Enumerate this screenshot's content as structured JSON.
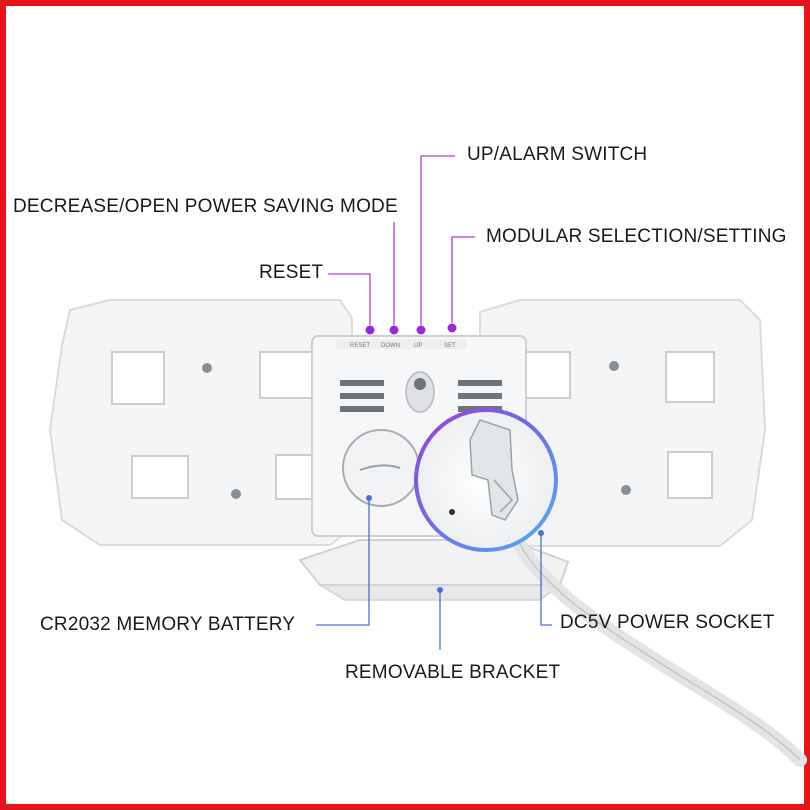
{
  "labels": {
    "up_alarm": "UP/ALARM SWITCH",
    "decrease": "DECREASE/OPEN POWER SAVING MODE",
    "modular": "MODULAR SELECTION/SETTING",
    "reset": "RESET",
    "battery": "CR2032 MEMORY BATTERY",
    "power_socket": "DC5V POWER SOCKET",
    "bracket": "REMOVABLE BRACKET"
  },
  "colors": {
    "border": "#e8141b",
    "leader_line_top": "#b040d0",
    "leader_line_bottom": "#4a6fd8",
    "button_dot": "#9a2ad8"
  }
}
